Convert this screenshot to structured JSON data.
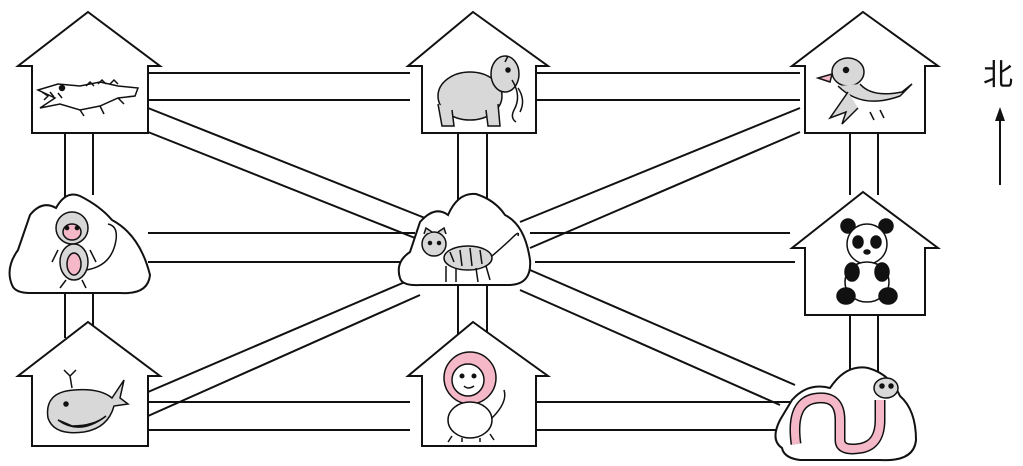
{
  "compass": {
    "label": "北",
    "direction": "north-arrow"
  },
  "enclosures": [
    {
      "id": "crocodile",
      "shape": "house",
      "row": "top",
      "col": "left"
    },
    {
      "id": "elephant",
      "shape": "house",
      "row": "top",
      "col": "center"
    },
    {
      "id": "bird",
      "shape": "house",
      "row": "top",
      "col": "right"
    },
    {
      "id": "monkey",
      "shape": "hill",
      "row": "middle",
      "col": "left"
    },
    {
      "id": "tiger",
      "shape": "hill",
      "row": "middle",
      "col": "center"
    },
    {
      "id": "panda",
      "shape": "house",
      "row": "middle",
      "col": "right"
    },
    {
      "id": "whale",
      "shape": "house",
      "row": "bottom",
      "col": "left"
    },
    {
      "id": "lion",
      "shape": "house",
      "row": "bottom",
      "col": "center"
    },
    {
      "id": "snake",
      "shape": "hill",
      "row": "bottom",
      "col": "right"
    }
  ],
  "paths": [
    [
      "crocodile",
      "elephant"
    ],
    [
      "elephant",
      "bird"
    ],
    [
      "monkey",
      "tiger"
    ],
    [
      "tiger",
      "panda"
    ],
    [
      "whale",
      "lion"
    ],
    [
      "lion",
      "snake"
    ],
    [
      "crocodile",
      "monkey"
    ],
    [
      "monkey",
      "whale"
    ],
    [
      "elephant",
      "tiger"
    ],
    [
      "tiger",
      "lion"
    ],
    [
      "bird",
      "panda"
    ],
    [
      "panda",
      "snake"
    ],
    [
      "crocodile",
      "tiger"
    ],
    [
      "bird",
      "tiger"
    ],
    [
      "whale",
      "tiger"
    ],
    [
      "snake",
      "tiger"
    ]
  ],
  "colors": {
    "stroke": "#111111",
    "fill": "#ffffff",
    "pink": "#f4b8c8",
    "gray": "#d8d8d8",
    "black": "#111111"
  }
}
